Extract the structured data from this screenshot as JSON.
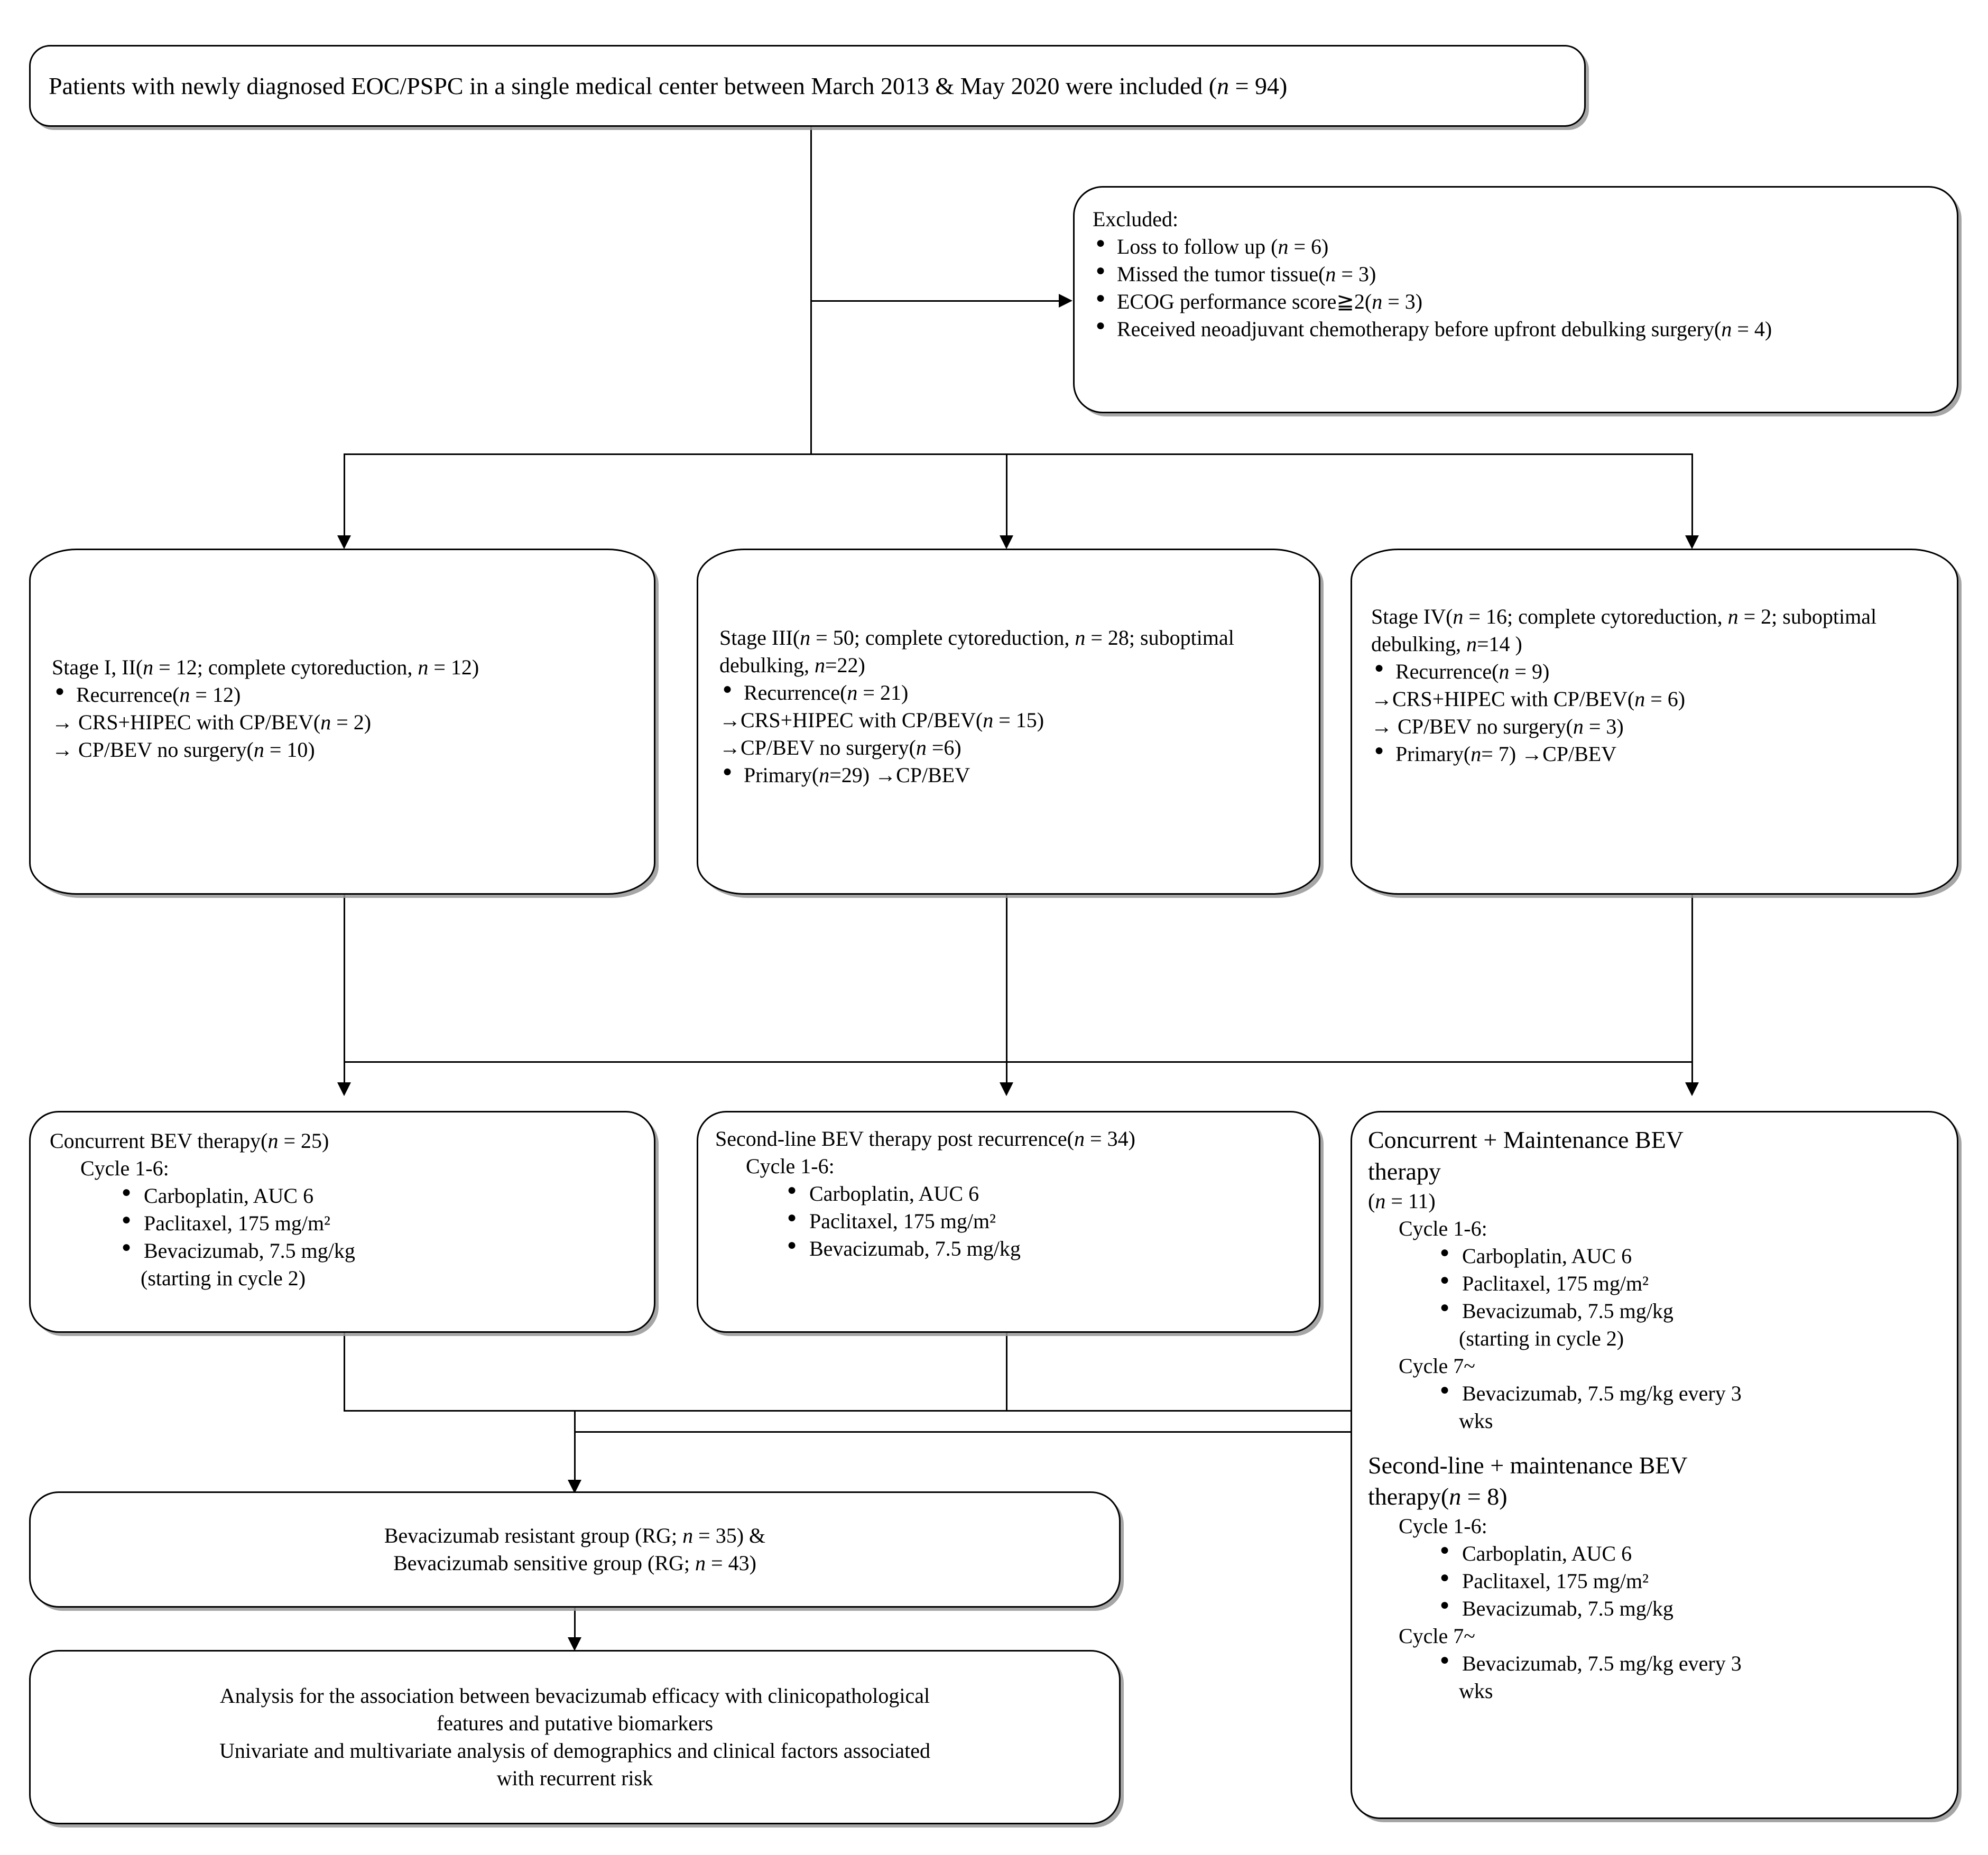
{
  "title": "Study flow diagram of EOC/PSPC bevacizumab cohort",
  "boxes": {
    "enrollment": {
      "name": "enrollment-box",
      "line1": "Patients with newly diagnosed EOC/PSPC in a single medical center between March 2013 & May 2020 were included (",
      "n_italic": "n",
      "line1_tail": " = 94)"
    },
    "excluded": {
      "heading": "Excluded:",
      "items": [
        {
          "text": "Loss to follow up (",
          "n": "n",
          "tail": " = 6)"
        },
        {
          "text": "Missed the tumor tissue(",
          "n": "n",
          "tail": " = 3)"
        },
        {
          "text": "ECOG performance score≧2(",
          "n": "n",
          "tail": " = 3)"
        },
        {
          "text": "Received neoadjuvant chemotherapy before upfront debulking surgery(",
          "n": "n",
          "tail": " = 4)"
        }
      ]
    },
    "stage12": {
      "head_a": "Stage I, II(",
      "head_n1": "n",
      "head_b": " = 12; complete cytoreduction, ",
      "head_n2": "n",
      "head_c": " = 12)",
      "lines": [
        {
          "kind": "bullet",
          "a": "Recurrence(",
          "n": "n",
          "b": " = 12)"
        },
        {
          "kind": "arrow",
          "a": "→ CRS+HIPEC with CP/BEV(",
          "n": "n",
          "b": " = 2)"
        },
        {
          "kind": "arrow",
          "a": "→ CP/BEV no surgery(",
          "n": "n",
          "b": " = 10)"
        }
      ]
    },
    "stage3": {
      "head_a": "Stage III(",
      "head_n1": "n",
      "head_b": " = 50; complete cytoreduction, ",
      "head_n2": "n",
      "head_c": " = 28; suboptimal debulking, ",
      "head_n3": "n",
      "head_d": "=22)",
      "lines": [
        {
          "kind": "bullet",
          "a": "Recurrence(",
          "n": "n",
          "b": " = 21)"
        },
        {
          "kind": "arrow",
          "a": "→CRS+HIPEC with CP/BEV(",
          "n": "n",
          "b": " = 15)"
        },
        {
          "kind": "arrow",
          "a": "→CP/BEV no surgery(",
          "n": "n",
          "b": " =6)"
        },
        {
          "kind": "bullet",
          "a": "Primary(",
          "n": "n",
          "b": "=29) →CP/BEV"
        }
      ]
    },
    "stage4": {
      "head_a": "Stage IV(",
      "head_n1": "n",
      "head_b": " = 16; complete cytoreduction, ",
      "head_n2": "n",
      "head_c": " = 2; suboptimal debulking, ",
      "head_n3": "n",
      "head_d": "=14 )",
      "lines": [
        {
          "kind": "bullet",
          "a": "Recurrence(",
          "n": "n",
          "b": " = 9)"
        },
        {
          "kind": "arrow",
          "a": "→CRS+HIPEC with CP/BEV(",
          "n": "n",
          "b": " = 6)"
        },
        {
          "kind": "arrow",
          "a": "→ CP/BEV no surgery(",
          "n": "n",
          "b": " = 3)"
        },
        {
          "kind": "bullet",
          "a": "Primary(",
          "n": "n",
          "b": "= 7) →CP/BEV"
        }
      ]
    },
    "concurrent": {
      "head_a": "Concurrent BEV therapy(",
      "head_n": "n",
      "head_b": " = 25)",
      "cycle_label": "Cycle 1-6:",
      "drugs": [
        "Carboplatin, AUC 6",
        "Paclitaxel, 175 mg/m²",
        "Bevacizumab, 7.5 mg/kg"
      ],
      "note": "(starting in cycle 2)"
    },
    "secondline": {
      "head_a": "Second-line BEV therapy post recurrence(",
      "head_n": "n",
      "head_b": " = 34)",
      "cycle_label": "Cycle 1-6:",
      "drugs": [
        "Carboplatin, AUC 6",
        "Paclitaxel, 175 mg/m²",
        "Bevacizumab, 7.5 mg/kg"
      ]
    },
    "maintenance": {
      "section1": {
        "title_l1": "Concurrent + Maintenance BEV",
        "title_l2": "therapy",
        "count_a": "(",
        "count_n": "n",
        "count_b": " = 11)",
        "cycle1_label": "Cycle 1-6:",
        "drugs": [
          "Carboplatin, AUC 6",
          "Paclitaxel, 175 mg/m²",
          "Bevacizumab, 7.5 mg/kg"
        ],
        "note": "(starting in cycle 2)",
        "cycle7_label": "Cycle 7~",
        "cycle7_drug_l1": "Bevacizumab, 7.5 mg/kg every 3",
        "cycle7_drug_l2": "wks"
      },
      "section2": {
        "title_l1": "Second-line + maintenance BEV",
        "title_l2_a": "therapy(",
        "title_l2_n": "n",
        "title_l2_b": " = 8)",
        "cycle1_label": "Cycle 1-6:",
        "drugs": [
          "Carboplatin, AUC 6",
          "Paclitaxel, 175 mg/m²",
          "Bevacizumab, 7.5 mg/kg"
        ],
        "cycle7_label": "Cycle 7~",
        "cycle7_drug_l1": "Bevacizumab, 7.5 mg/kg every 3",
        "cycle7_drug_l2": "wks"
      }
    },
    "groups": {
      "l1_a": "Bevacizumab resistant group (RG; ",
      "l1_n": "n",
      "l1_b": " = 35) &",
      "l2_a": "Bevacizumab sensitive group (RG; ",
      "l2_n": "n",
      "l2_b": " = 43)"
    },
    "analysis": {
      "l1": "Analysis for the association between bevacizumab efficacy with clinicopathological",
      "l2": "features and putative biomarkers",
      "l3": "Univariate and multivariate analysis of demographics and clinical factors associated",
      "l4": "with recurrent risk"
    }
  },
  "colors": {
    "stroke": "#000000",
    "shadow": "#969696",
    "background": "#ffffff"
  }
}
